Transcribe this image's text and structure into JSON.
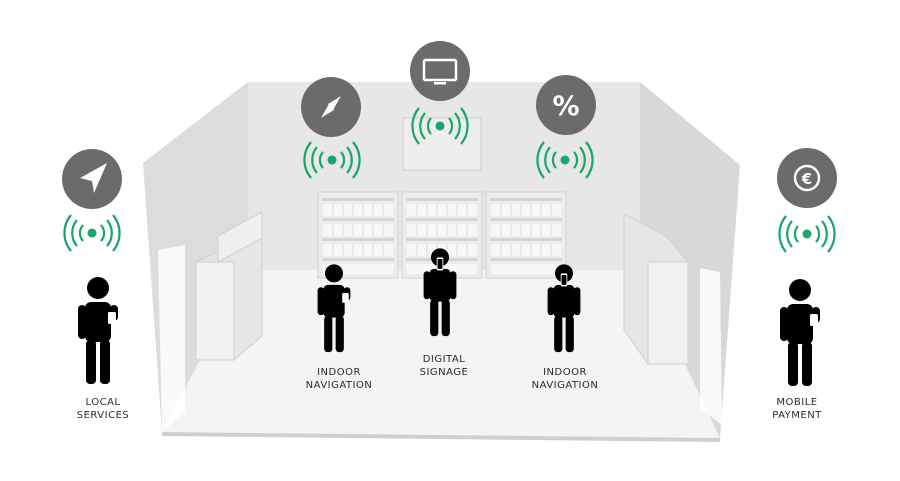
{
  "colors": {
    "signal": "#1aa56a",
    "badge": "#6b6b6b",
    "figure": "#000000",
    "room_floor": "#efefef",
    "room_wall": "#e0e0e0",
    "shelf": "#e9e9e9"
  },
  "beacons": [
    {
      "id": "local-services",
      "icon": "location-arrow-icon"
    },
    {
      "id": "indoor-navigation-left",
      "icon": "compass-icon"
    },
    {
      "id": "digital-signage",
      "icon": "monitor-icon"
    },
    {
      "id": "indoor-navigation-right",
      "icon": "percent-icon",
      "glyph": "%"
    },
    {
      "id": "mobile-payment",
      "icon": "euro-coin-icon",
      "glyph": "€"
    }
  ],
  "labels": {
    "local_services": {
      "line1": "LOCAL",
      "line2": "SERVICES"
    },
    "indoor_navigation_left": {
      "line1": "INDOOR",
      "line2": "NAVIGATION"
    },
    "digital_signage": {
      "line1": "DIGITAL",
      "line2": "SIGNAGE"
    },
    "indoor_navigation_right": {
      "line1": "INDOOR",
      "line2": "NAVIGATION"
    },
    "mobile_payment": {
      "line1": "MOBILE",
      "line2": "PAYMENT"
    }
  }
}
